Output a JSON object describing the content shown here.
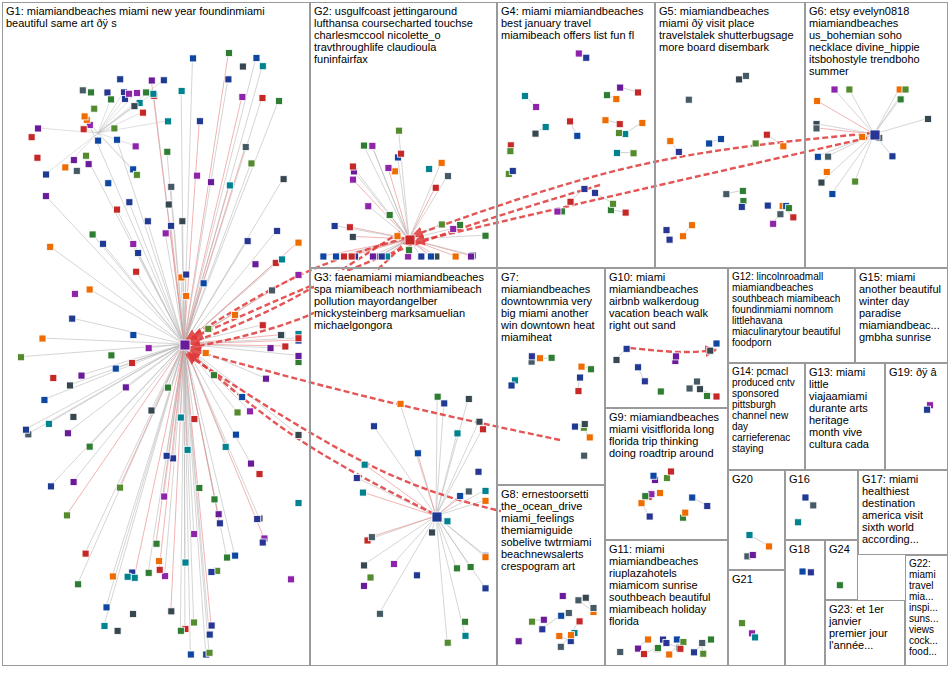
{
  "diagram": {
    "nodes": [
      {
        "text": [
          "G1: miamiandbeaches miami new year foundinmiami beautiful same art ðÿ s"
        ]
      },
      {
        "text": [
          "G2: usgulfcoast jettingaround lufthansa coursecharted touchse charlesmccool nicolette_o travthroughlife claudioula funinfairfax"
        ]
      },
      {
        "text": [
          "G3: faenamiami miamiandbeaches spa miamibeach northmiamibeach pollution mayordangelber mickysteinberg marksamuelian michaelgongora"
        ]
      },
      {
        "text": [
          "G4: miami miamiandbeaches best january travel miamibeach offers list fun fl"
        ]
      },
      {
        "text": [
          "G5: miamiandbeaches miami ðÿ visit place travelstalek shutterbugsage more board disembark"
        ]
      },
      {
        "text": [
          "G6: etsy evelyn0818 miamiandbeaches us_bohemian soho necklace divine_hippie itsbohostyle trendboho summer"
        ]
      },
      {
        "text": [
          "G7: miamiandbeaches downtownmia very big miami another win downtown heat miamiheat"
        ]
      },
      {
        "text": [
          "G8: ernestoorsetti the_ocean_drive miami_feelings themiamiguide sobelive twtrmiami beachnewsalerts crespogram art"
        ]
      },
      {
        "text": [
          "G9: miamiandbeaches miami visitflorida long florida trip thinking doing roadtrip around"
        ]
      },
      {
        "text": [
          "G10: miami miamiandbeaches airbnb walkerdoug vacation beach walk right out sand"
        ]
      },
      {
        "text": [
          "G11: miami miamiandbeaches riuplazahotels miamicom sunrise southbeach beautiful miamibeach holiday florida"
        ]
      },
      {
        "text": [
          "G12: lincolnroadmall miamiandbeaches southbeach miamibeach foundinmiami nomnom littlehavana miaculinarytour beautiful foodporn"
        ]
      },
      {
        "text": [
          "G13: miami little viajaamiami durante arts heritage month vive cultura cada"
        ]
      },
      {
        "text": [
          "G14: pcmacl produced cntv sponsored pittsburgh channel new day carrieferenac staying"
        ]
      },
      {
        "text": [
          "G15: miami another beautiful winter day paradise miamiandbeac... gmbha sunrise"
        ]
      },
      {
        "text": [
          "G16"
        ]
      },
      {
        "text": [
          "G17: miami healthiest destination america visit sixth world according..."
        ]
      },
      {
        "text": [
          "G18"
        ]
      },
      {
        "text": [
          "G19: ðÿ â"
        ]
      },
      {
        "text": [
          "G20"
        ]
      },
      {
        "text": [
          "G21"
        ]
      },
      {
        "text": [
          "G22: miami travel mia... inspi... suns... views cock... food..."
        ]
      },
      {
        "text": [
          "G23: et 1er janvier premier jour l'année..."
        ]
      },
      {
        "text": [
          "G24"
        ]
      }
    ]
  }
}
